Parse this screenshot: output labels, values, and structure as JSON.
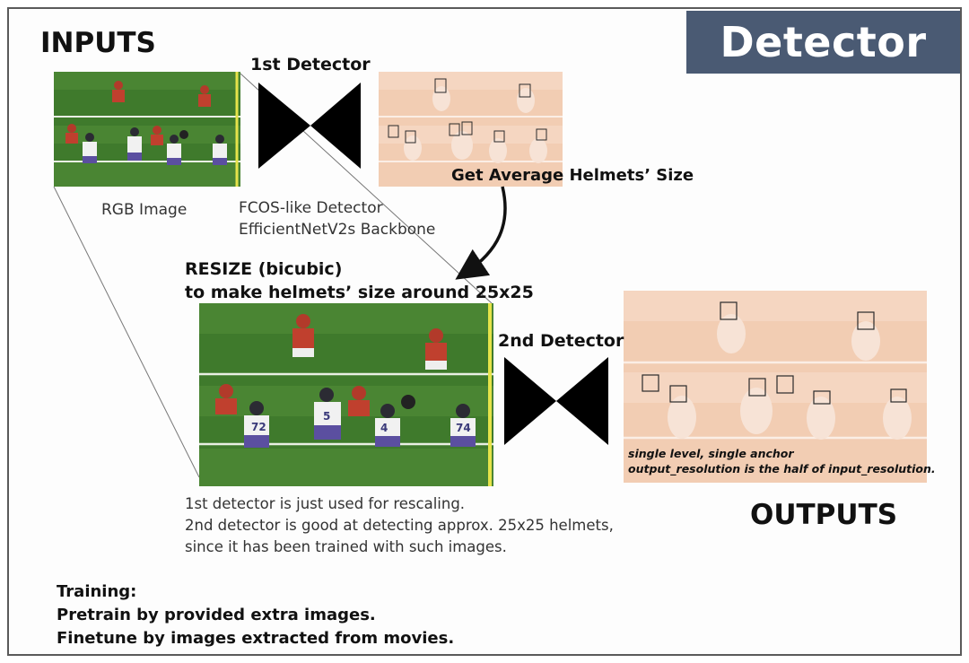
{
  "title": "Detector",
  "inputs_heading": "INPUTS",
  "outputs_heading": "OUTPUTS",
  "rgb_label": "RGB Image",
  "detector1": {
    "title": "1st Detector",
    "desc_line1": "FCOS-like Detector",
    "desc_line2": "EfficientNetV2s Backbone"
  },
  "avg_label": "Get Average Helmets’ Size",
  "resize": {
    "line1": "RESIZE (bicubic)",
    "line2": "to make helmets’ size around 25x25"
  },
  "detector2": {
    "title": "2nd Detector"
  },
  "output_note": {
    "line1": "single level, single anchor",
    "line2": "output_resolution is the half of input_resolution."
  },
  "explain": {
    "line1": "1st detector is just used for rescaling.",
    "line2": "2nd detector is good at detecting approx. 25x25 helmets,",
    "line3": "since it has been trained with such images."
  },
  "training": {
    "line1": "Training:",
    "line2": "Pretrain by provided extra images.",
    "line3": "Finetune by images extracted from movies."
  },
  "colors": {
    "banner": "#4a5a73",
    "field_green": "#3f7a2c",
    "output_tint": "#f2cdb3",
    "yardline_yellow": "#e6e34a"
  }
}
